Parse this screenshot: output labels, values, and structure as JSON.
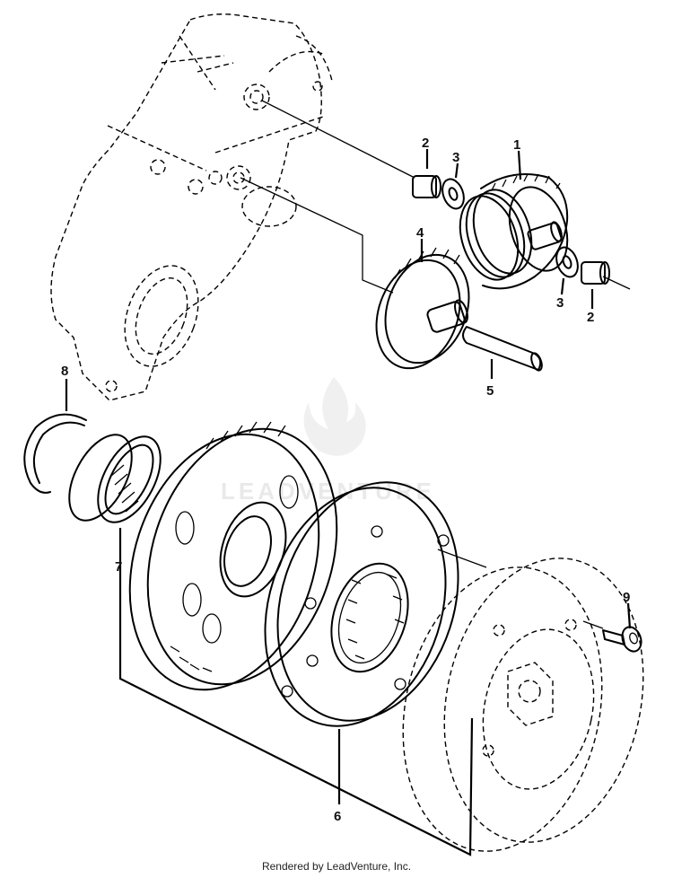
{
  "watermark": "LEADVENTURE",
  "footer": "Rendered by LeadVenture, Inc.",
  "callouts": [
    "1",
    "2",
    "3",
    "4",
    "5",
    "6",
    "7",
    "8",
    "9"
  ],
  "extra_callouts": [
    "2",
    "3"
  ]
}
